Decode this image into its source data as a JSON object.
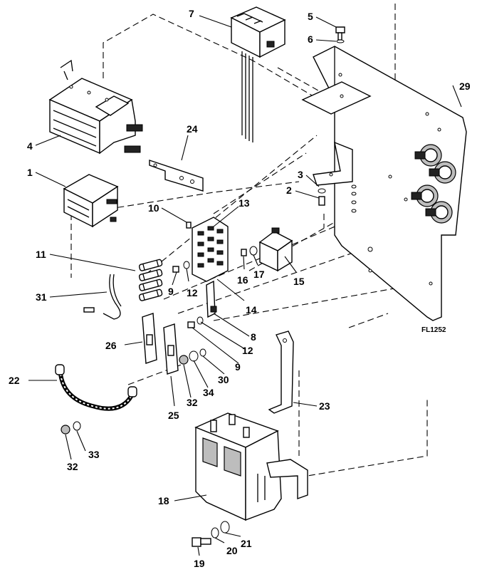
{
  "figure_id": "FL1252",
  "callouts": {
    "c1": "1",
    "c2": "2",
    "c3": "3",
    "c4": "4",
    "c5": "5",
    "c6": "6",
    "c7": "7",
    "c8": "8",
    "c9a": "9",
    "c9b": "9",
    "c10": "10",
    "c11": "11",
    "c12a": "12",
    "c12b": "12",
    "c13": "13",
    "c14": "14",
    "c15": "15",
    "c16": "16",
    "c17": "17",
    "c18": "18",
    "c19": "19",
    "c20": "20",
    "c21": "21",
    "c22": "22",
    "c23": "23",
    "c24": "24",
    "c25": "25",
    "c26": "26",
    "c29": "29",
    "c30": "30",
    "c31": "31",
    "c32a": "32",
    "c32b": "32",
    "c33": "33",
    "c34": "34"
  },
  "colors": {
    "ink": "#000000",
    "paper": "#ffffff",
    "shade": "#bdbdbd"
  }
}
